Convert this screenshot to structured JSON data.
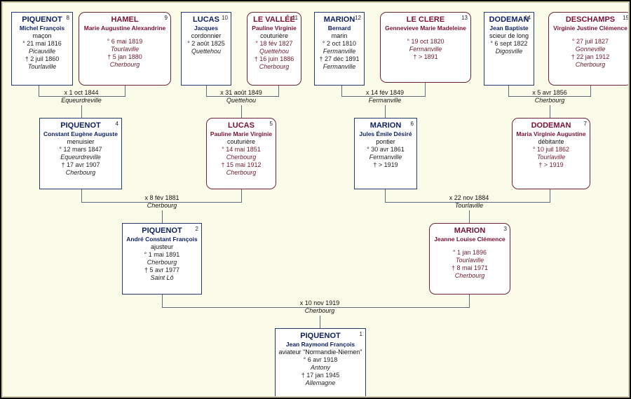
{
  "persons": [
    {
      "num": "8",
      "surname": "PIQUENOT",
      "given": "Michel François",
      "occupation": "maçon",
      "birth_date": "° 21 mai 1816",
      "birth_place": "Picauville",
      "death_date": "† 2 juil 1860",
      "death_place": "Tourlaville"
    },
    {
      "num": "9",
      "surname": "HAMEL",
      "given": "Marie Augustine Alexandrine",
      "occupation": "",
      "birth_date": "° 6 mai 1819",
      "birth_place": "Tourlaville",
      "death_date": "† 5 jan 1880",
      "death_place": "Cherbourg"
    },
    {
      "num": "10",
      "surname": "LUCAS",
      "given": "Jacques",
      "occupation": "cordonnier",
      "birth_date": "° 2 août 1825",
      "birth_place": "Quettehou",
      "death_date": "",
      "death_place": ""
    },
    {
      "num": "11",
      "surname": "LE VALLÉE",
      "given": "Pauline Virginie",
      "occupation": "couturière",
      "birth_date": "° 18 fév 1827",
      "birth_place": "Quettehou",
      "death_date": "† 16 juin 1886",
      "death_place": "Cherbourg"
    },
    {
      "num": "12",
      "surname": "MARION",
      "given": "Bernard",
      "occupation": "marin",
      "birth_date": "° 2 oct 1810",
      "birth_place": "Fermanville",
      "death_date": "† 27 déc 1891",
      "death_place": "Fermanville"
    },
    {
      "num": "13",
      "surname": "LE CLERE",
      "given": "Gennevieve Marie Madeleine",
      "occupation": "",
      "birth_date": "° 19 oct 1820",
      "birth_place": "Fermanville",
      "death_date": "† > 1891",
      "death_place": ""
    },
    {
      "num": "14",
      "surname": "DODEMAN",
      "given": "Jean Baptiste",
      "occupation": "scieur de long",
      "birth_date": "° 6 sept 1822",
      "birth_place": "Digosville",
      "death_date": "",
      "death_place": ""
    },
    {
      "num": "15",
      "surname": "DESCHAMPS",
      "given": "Virginie Justine Clémence",
      "occupation": "",
      "birth_date": "° 27 juil 1827",
      "birth_place": "Gonneville",
      "death_date": "† 22 jan 1912",
      "death_place": "Cherbourg"
    },
    {
      "num": "4",
      "surname": "PIQUENOT",
      "given": "Constant Eugène Auguste",
      "occupation": "menuisier",
      "birth_date": "° 12 mars 1847",
      "birth_place": "Equeurdreville",
      "death_date": "† 17 avr 1907",
      "death_place": "Cherbourg"
    },
    {
      "num": "5",
      "surname": "LUCAS",
      "given": "Pauline Marie Virginie",
      "occupation": "couturière",
      "birth_date": "° 14 mai 1851",
      "birth_place": "Cherbourg",
      "death_date": "† 15 mai 1912",
      "death_place": "Cherbourg"
    },
    {
      "num": "6",
      "surname": "MARION",
      "given": "Jules Émile Désiré",
      "occupation": "pontier",
      "birth_date": "° 30 avr 1861",
      "birth_place": "Fermanville",
      "death_date": "† > 1919",
      "death_place": ""
    },
    {
      "num": "7",
      "surname": "DODEMAN",
      "given": "Maria Virginie Augustine",
      "occupation": "débitante",
      "birth_date": "° 10 juil 1862",
      "birth_place": "Tourlaville",
      "death_date": "† > 1919",
      "death_place": ""
    },
    {
      "num": "2",
      "surname": "PIQUENOT",
      "given": "André Constant François",
      "occupation": "ajusteur",
      "birth_date": "° 1 mai 1891",
      "birth_place": "Cherbourg",
      "death_date": "† 5 avr 1977",
      "death_place": "Saint Lô"
    },
    {
      "num": "3",
      "surname": "MARION",
      "given": "Jeanne Louise Clémence",
      "occupation": "",
      "birth_date": "° 1 jan 1896",
      "birth_place": "Tourlaville",
      "death_date": "† 8 mai 1971",
      "death_place": "Cherbourg"
    },
    {
      "num": "1",
      "surname": "PIQUENOT",
      "given": "Jean Raymond François",
      "occupation": "aviateur \"Normandie-Niemen\"",
      "birth_date": "° 6 avr 1918",
      "birth_place": "Antony",
      "death_date": "† 17 jan 1945",
      "death_place": "Allemagne"
    }
  ],
  "marriages": [
    {
      "date": "x 1 oct 1844",
      "place": "Equeurdreville"
    },
    {
      "date": "x 31 août 1849",
      "place": "Quettehou"
    },
    {
      "date": "x 14 fév 1849",
      "place": "Fermanville"
    },
    {
      "date": "x 5 avr 1856",
      "place": "Cherbourg"
    },
    {
      "date": "x 8 fév 1881",
      "place": "Cherbourg"
    },
    {
      "date": "x 22 nov 1884",
      "place": "Tourlaville"
    },
    {
      "date": "x 10 nov 1919",
      "place": "Cherbourg"
    }
  ]
}
